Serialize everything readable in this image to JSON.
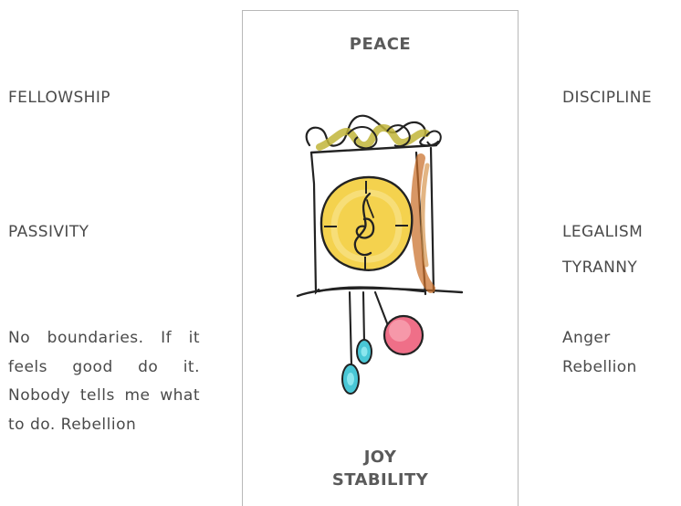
{
  "left": {
    "top_label": "FELLOWSHIP",
    "middle_label": "PASSIVITY",
    "paragraph": "No boundaries. If it feels good do it. Nobody tells me what to do. Rebellion"
  },
  "center": {
    "top_title": "PEACE",
    "bottom_line_1": "JOY",
    "bottom_line_2": "STABILITY",
    "illustration": "cuckoo-clock-icon"
  },
  "right": {
    "top_label": "DISCIPLINE",
    "middle_label": "LEGALISM",
    "middle_label_2": "TYRANNY",
    "lines": [
      "Anger",
      "Rebellion"
    ]
  },
  "colors": {
    "text": "#4a4a4a",
    "border": "#b8b8b8",
    "clock_face": "#f4d24e",
    "crown": "#b8b23a",
    "side_accent": "#c96f2a",
    "pendulum_pink": "#ef6f88",
    "pendulum_teal": "#49c7d6"
  }
}
